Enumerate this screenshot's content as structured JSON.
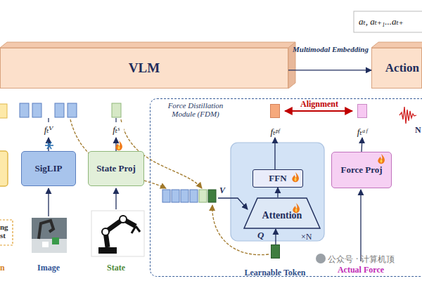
{
  "diagram": {
    "nodes": [
      {
        "text": [
          "VLM"
        ]
      },
      {
        "text": [
          "Action"
        ]
      },
      {
        "text": [
          "fₜⱽ"
        ]
      },
      {
        "text": [
          "fₜˢ"
        ]
      },
      {
        "text": [
          "SigLIP"
        ]
      },
      {
        "text": [
          "State Proj"
        ]
      },
      {
        "text": [
          "Force Distillation Module (FDM)"
        ]
      },
      {
        "text": [
          "fₜᵖᶠ"
        ],
        "in": 6
      },
      {
        "text": [
          "fₜᵃᶠ"
        ],
        "in": 6
      },
      {
        "text": [
          "FFN"
        ],
        "in": 6
      },
      {
        "text": [
          "Attention"
        ],
        "in": 6
      },
      {
        "text": [
          "Learnable Token"
        ],
        "in": 6
      },
      {
        "text": [
          "Force Proj"
        ],
        "in": 6
      }
    ],
    "edges": [
      {
        "from": 4,
        "to": 2,
        "arrow": "to"
      },
      {
        "from": 5,
        "to": 3,
        "arrow": "to"
      },
      {
        "from": 0,
        "to": 1,
        "label": "Multimodal Embedding",
        "arrow": "to"
      },
      {
        "from": 7,
        "to": 8,
        "label": "Alignment",
        "arrow": "both"
      },
      {
        "from": 10,
        "to": 9,
        "arrow": "to"
      },
      {
        "from": 9,
        "to": 7,
        "arrow": "to"
      },
      {
        "from": 11,
        "to": 10,
        "label": "Q",
        "arrow": "to"
      },
      {
        "from": 12,
        "to": 8,
        "arrow": "to"
      }
    ],
    "labels": [
      "aₜ, aₜ₊₁...aₜ₊",
      "ng st",
      "n",
      "Image",
      "State",
      "V",
      "×N",
      "Actual Force",
      "N",
      "公众号 · 计算机顶"
    ]
  }
}
